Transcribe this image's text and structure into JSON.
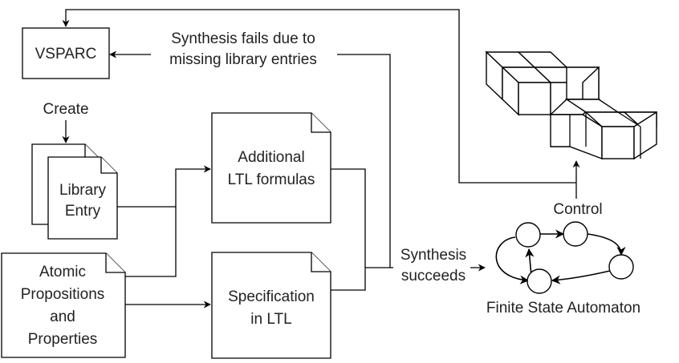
{
  "nodes": {
    "vsparc": "VSPARC",
    "library_entry": [
      "Library",
      "Entry"
    ],
    "atomic_propositions": [
      "Atomic",
      "Propositions",
      "and",
      "Properties"
    ],
    "additional_ltl": [
      "Additional",
      "LTL formulas"
    ],
    "specification_ltl": [
      "Specification",
      "in LTL"
    ],
    "fsa_label": "Finite State Automaton"
  },
  "edges": {
    "create": "Create",
    "synthesis_fails": [
      "Synthesis fails due to",
      "missing library entries"
    ],
    "synthesis_succeeds": [
      "Synthesis",
      "succeeds"
    ],
    "control": "Control"
  }
}
